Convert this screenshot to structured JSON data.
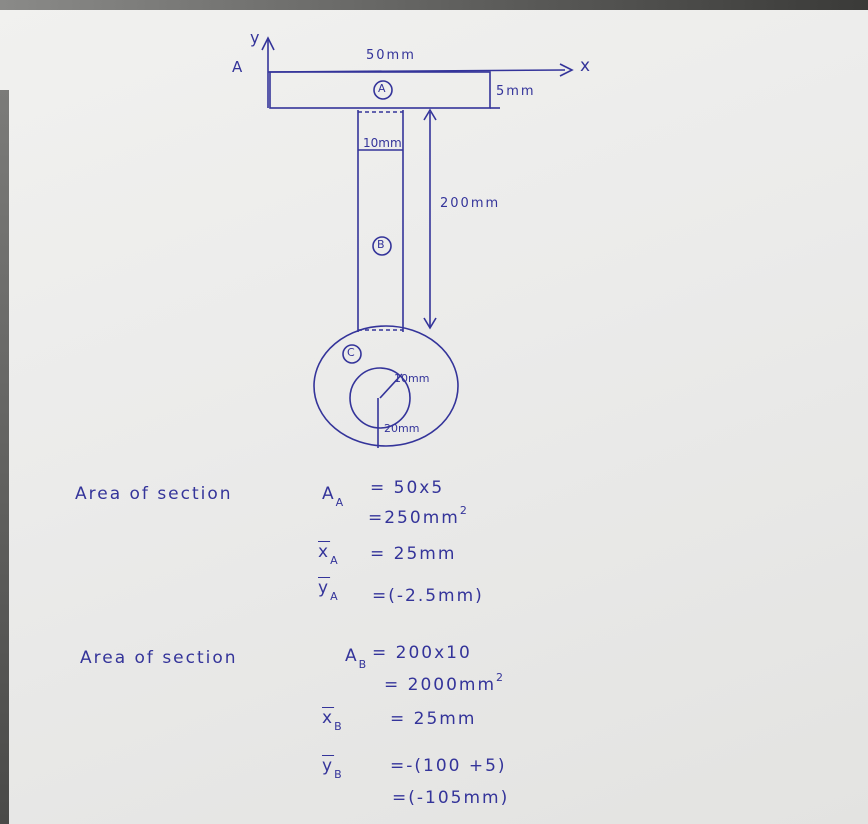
{
  "diagram": {
    "axis_y": "y",
    "axis_x": "x",
    "point_a": "A",
    "flange_width": "50mm",
    "flange_thickness": "5mm",
    "web_width": "10mm",
    "web_length": "200mm",
    "section_a": "A",
    "section_b": "B",
    "section_c": "C",
    "inner_radius": "10mm",
    "outer_radius": "20mm"
  },
  "section_a": {
    "label": "Area of section",
    "symbol": "A",
    "sub": "A",
    "area_expr": "= 50x5",
    "area_value": "=250mm",
    "area_sup": "2",
    "xbar_symbol": "x",
    "xbar_sub": "A",
    "xbar_value": "= 25mm",
    "ybar_symbol": "y",
    "ybar_sub": "A",
    "ybar_value": "=(-2.5mm)"
  },
  "section_b": {
    "label": "Area of section",
    "symbol": "A",
    "sub": "B",
    "area_expr": "= 200x10",
    "area_value": "= 2000mm",
    "area_sup": "2",
    "xbar_symbol": "x",
    "xbar_sub": "B",
    "xbar_value": "= 25mm",
    "ybar_symbol": "y",
    "ybar_sub": "B",
    "ybar_value": "=-(100 +5)",
    "ybar_value2": "=(-105mm)"
  },
  "colors": {
    "ink": "#34349a",
    "paper": "#ececea"
  }
}
